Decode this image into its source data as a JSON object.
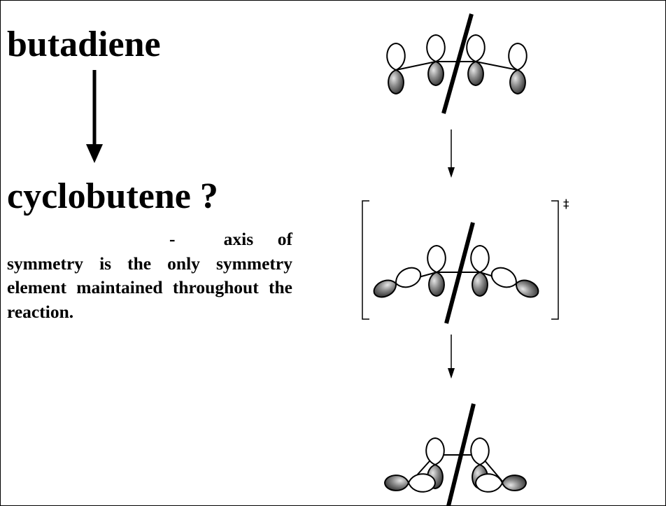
{
  "heading_top": "butadiene",
  "heading_bottom": "cyclobutene ?",
  "description_dash": "-",
  "description_text": "axis of symmetry is the only symmetry element maintained throughout the reaction.",
  "transition_state_mark": "‡",
  "colors": {
    "ink": "#000000",
    "lobe_shaded": "#6a6a6a",
    "background": "#ffffff"
  }
}
